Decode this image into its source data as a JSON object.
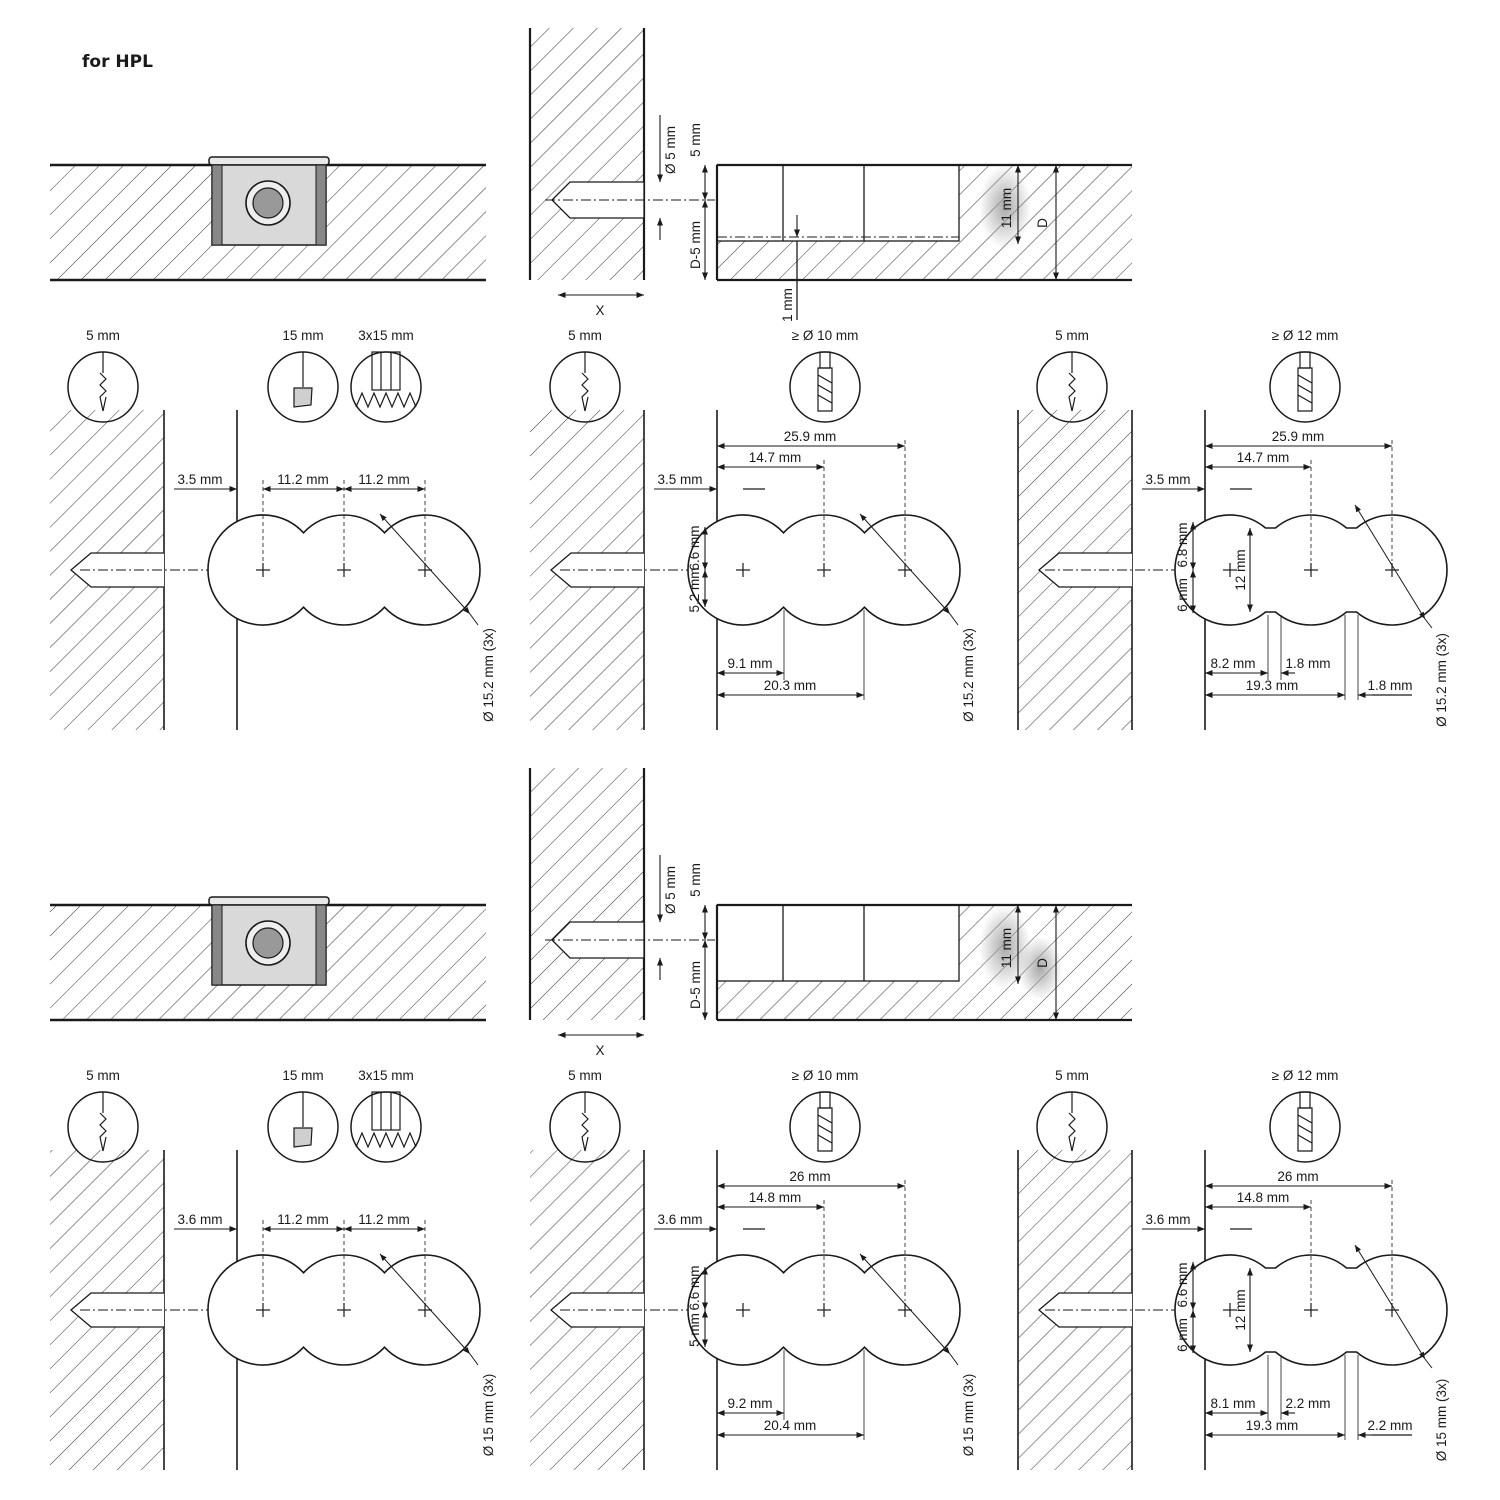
{
  "header": "for HPL",
  "colors": {
    "line": "#1a1a1a",
    "fill": "#d9d9d9",
    "highlight": "#9a9a9a"
  },
  "sections": [
    {
      "side": {
        "x_label": "X",
        "d5": "D-5 mm",
        "dia5": "Ø 5 mm",
        "five": "5 mm",
        "eleven": "11 mm",
        "one": "1 mm",
        "D": "D"
      },
      "cols": [
        {
          "tools": [
            "5 mm",
            "15 mm",
            "3x15 mm"
          ],
          "edge": "3.5 mm",
          "gaps": [
            "11.2 mm",
            "11.2 mm"
          ],
          "dia": "Ø 15.2 mm (3x)"
        },
        {
          "tools": [
            "5 mm",
            "≥ Ø 10 mm"
          ],
          "top": "25.9 mm",
          "mid": "14.7 mm",
          "edge": "3.5 mm",
          "up": "6.6 mm",
          "down": "5.2 mm",
          "b1": "9.1 mm",
          "b2": "20.3 mm",
          "dia": "Ø 15.2 mm (3x)"
        },
        {
          "tools": [
            "5 mm",
            "≥ Ø 12 mm"
          ],
          "top": "25.9 mm",
          "mid": "14.7 mm",
          "edge": "3.5 mm",
          "up": "6.8 mm",
          "down": "6 mm",
          "w": "12 mm",
          "b1": "8.2 mm",
          "b2": "1.8 mm",
          "b3": "19.3 mm",
          "b4": "1.8 mm",
          "dia": "Ø 15.2 mm (3x)"
        }
      ]
    },
    {
      "side": {
        "x_label": "X",
        "d5": "D-5 mm",
        "dia5": "Ø 5 mm",
        "five": "5 mm",
        "eleven": "11 mm",
        "one": "",
        "D": "D"
      },
      "cols": [
        {
          "tools": [
            "5 mm",
            "15 mm",
            "3x15 mm"
          ],
          "edge": "3.6 mm",
          "gaps": [
            "11.2 mm",
            "11.2 mm"
          ],
          "dia": "Ø 15 mm (3x)"
        },
        {
          "tools": [
            "5 mm",
            "≥ Ø 10 mm"
          ],
          "top": "26 mm",
          "mid": "14.8 mm",
          "edge": "3.6 mm",
          "up": "6.6 mm",
          "down": "5 mm",
          "b1": "9.2 mm",
          "b2": "20.4 mm",
          "dia": "Ø 15 mm (3x)"
        },
        {
          "tools": [
            "5 mm",
            "≥ Ø 12 mm"
          ],
          "top": "26 mm",
          "mid": "14.8 mm",
          "edge": "3.6 mm",
          "up": "6.6 mm",
          "down": "6 mm",
          "w": "12 mm",
          "b1": "8.1 mm",
          "b2": "2.2 mm",
          "b3": "19.3 mm",
          "b4": "2.2 mm",
          "dia": "Ø 15 mm (3x)"
        }
      ]
    }
  ]
}
